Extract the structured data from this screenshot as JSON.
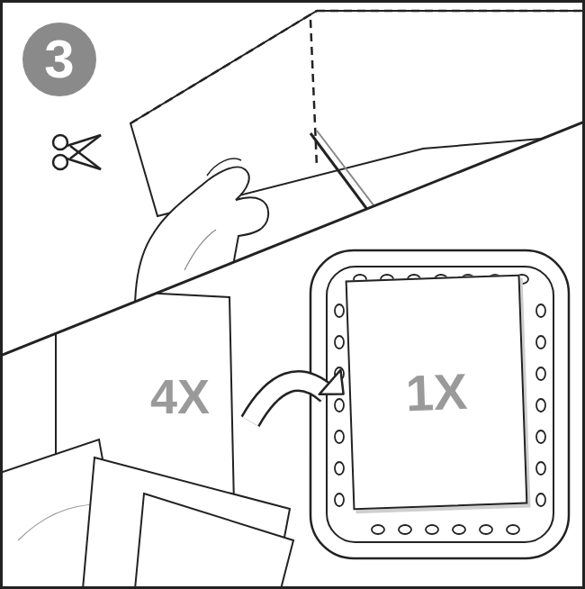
{
  "diagram": {
    "nodes": [
      {
        "text": [
          "3"
        ]
      },
      {
        "text": [
          "4X"
        ]
      },
      {
        "text": [
          "1X"
        ]
      }
    ],
    "edges": [
      {
        "from": 1,
        "to": 2,
        "arrow": "to"
      }
    ]
  }
}
